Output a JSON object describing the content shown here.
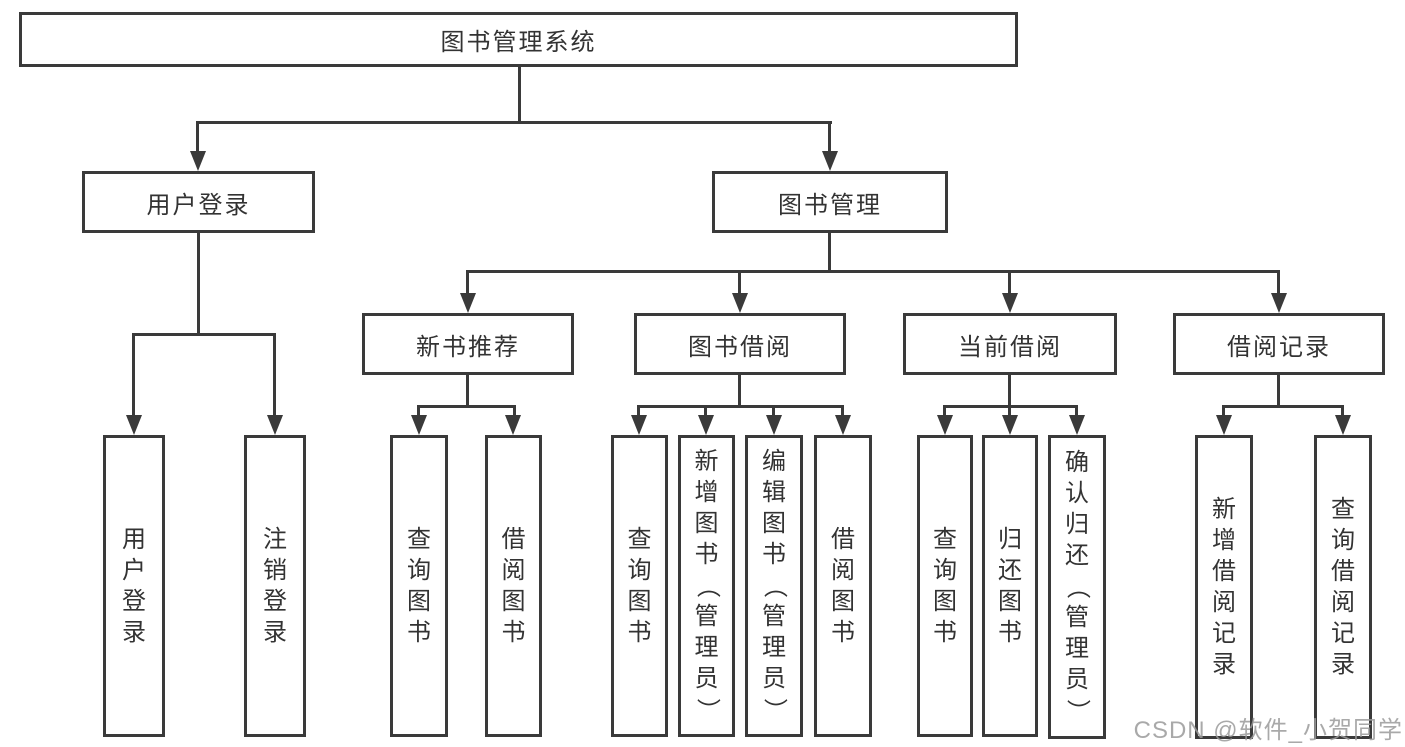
{
  "diagram": {
    "root": {
      "label": "图书管理系统"
    },
    "branches": [
      {
        "label": "用户登录",
        "children": [
          {
            "label": "用户登录"
          },
          {
            "label": "注销登录"
          }
        ]
      },
      {
        "label": "图书管理",
        "children": [
          {
            "label": "新书推荐",
            "children": [
              {
                "label": "查询图书"
              },
              {
                "label": "借阅图书"
              }
            ]
          },
          {
            "label": "图书借阅",
            "children": [
              {
                "label": "查询图书"
              },
              {
                "label": "新增图书（管理员）"
              },
              {
                "label": "编辑图书（管理员）"
              },
              {
                "label": "借阅图书"
              }
            ]
          },
          {
            "label": "当前借阅",
            "children": [
              {
                "label": "查询图书"
              },
              {
                "label": "归还图书"
              },
              {
                "label": "确认归还（管理员）"
              }
            ]
          },
          {
            "label": "借阅记录",
            "children": [
              {
                "label": "新增借阅记录"
              },
              {
                "label": "查询借阅记录"
              }
            ]
          }
        ]
      }
    ]
  },
  "watermark": {
    "text": "CSDN @软件_小贺同学"
  },
  "colors": {
    "line": "#3a3a3a",
    "text": "#333333",
    "watermark": "#9b9b9b",
    "background": "#ffffff"
  }
}
